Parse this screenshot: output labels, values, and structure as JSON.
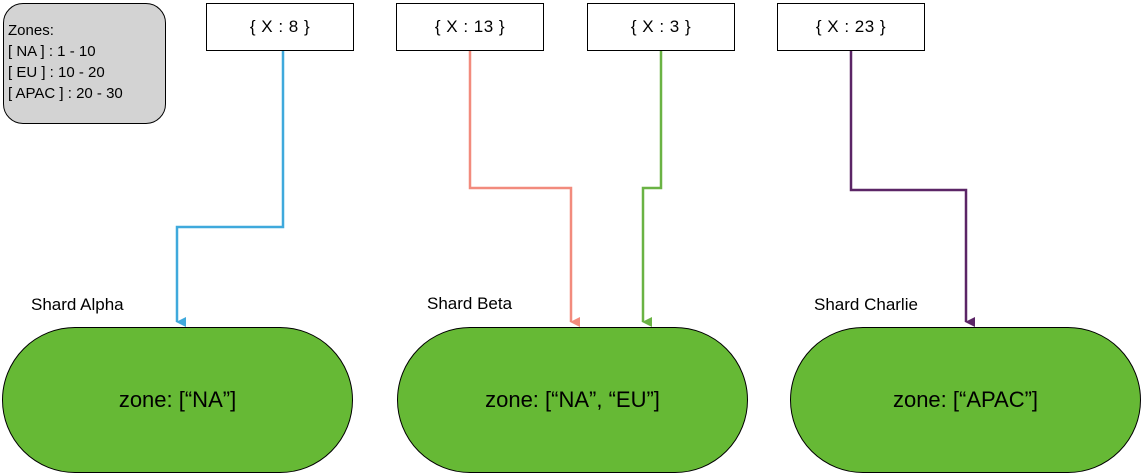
{
  "legend": {
    "title": "Zones:",
    "items": [
      "[ NA ] : 1 - 10",
      "[ EU ] : 10 - 20",
      "[ APAC ] : 20 - 30"
    ]
  },
  "documents": [
    {
      "label": "{ X : 8 }",
      "color": "#3fa9dc"
    },
    {
      "label": "{ X : 13 }",
      "color": "#f28b7d"
    },
    {
      "label": "{ X : 3 }",
      "color": "#6ab344"
    },
    {
      "label": "{ X : 23 }",
      "color": "#5b2566"
    }
  ],
  "shards": [
    {
      "label": "Shard Alpha",
      "zone": "zone: [“NA”]"
    },
    {
      "label": "Shard Beta",
      "zone": "zone: [“NA”, “EU”]"
    },
    {
      "label": "Shard Charlie",
      "zone": "zone: [“APAC”]"
    }
  ],
  "colors": {
    "shard_fill": "#66b935",
    "legend_fill": "#d3d3d3"
  }
}
